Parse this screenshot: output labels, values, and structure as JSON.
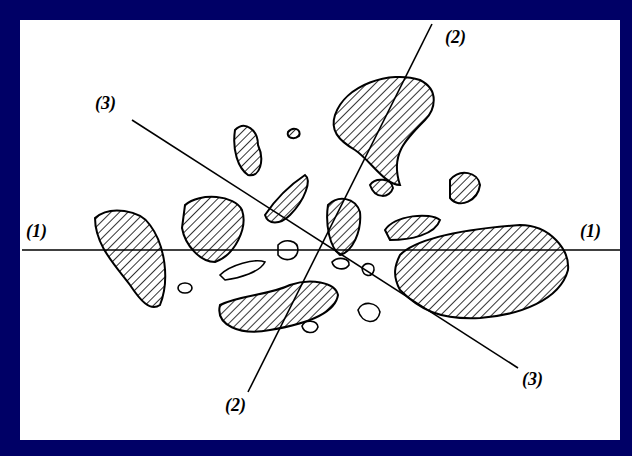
{
  "diagram": {
    "labels": [
      "(2)",
      "(3)",
      "(1)",
      "(1)",
      "(3)",
      "(2)"
    ]
  }
}
